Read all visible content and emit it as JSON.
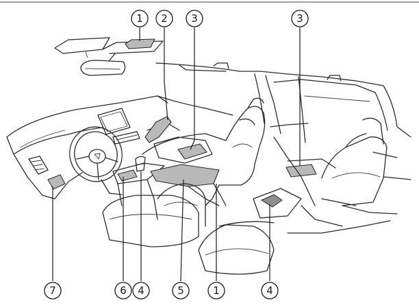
{
  "callouts": [
    {
      "label": "1"
    },
    {
      "label": "2"
    },
    {
      "label": "3"
    },
    {
      "label": "3"
    },
    {
      "label": "7"
    },
    {
      "label": "6"
    },
    {
      "label": "4"
    },
    {
      "label": "5"
    },
    {
      "label": "1"
    },
    {
      "label": "4"
    }
  ]
}
